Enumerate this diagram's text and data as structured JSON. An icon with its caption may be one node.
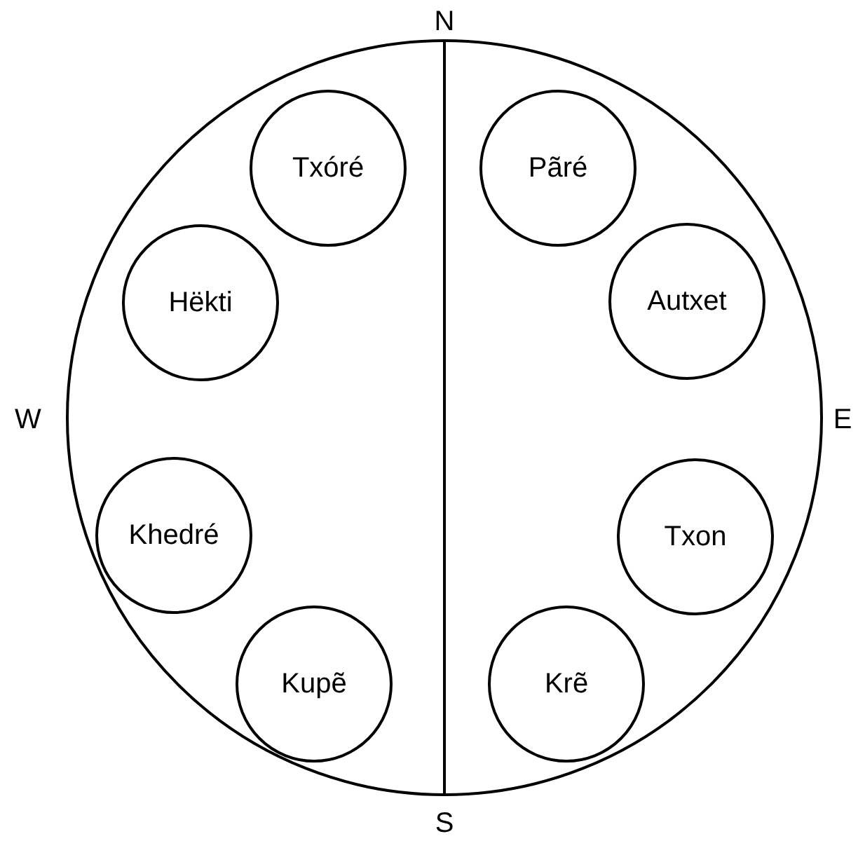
{
  "diagram": {
    "nodes": [
      {
        "text": [],
        "shape": "circle"
      },
      {
        "text": [
          "Txóré"
        ],
        "in": 0
      },
      {
        "text": [
          "Pãré"
        ],
        "in": 0
      },
      {
        "text": [
          "Hëkti"
        ],
        "in": 0
      },
      {
        "text": [
          "Autxet"
        ],
        "in": 0
      },
      {
        "text": [
          "Khedré"
        ],
        "in": 0
      },
      {
        "text": [
          "Txon"
        ],
        "in": 0
      },
      {
        "text": [
          "Kupẽ"
        ],
        "in": 0
      },
      {
        "text": [
          "Krẽ"
        ],
        "in": 0
      }
    ],
    "labels": [
      "N",
      "W",
      "E",
      "S"
    ]
  }
}
